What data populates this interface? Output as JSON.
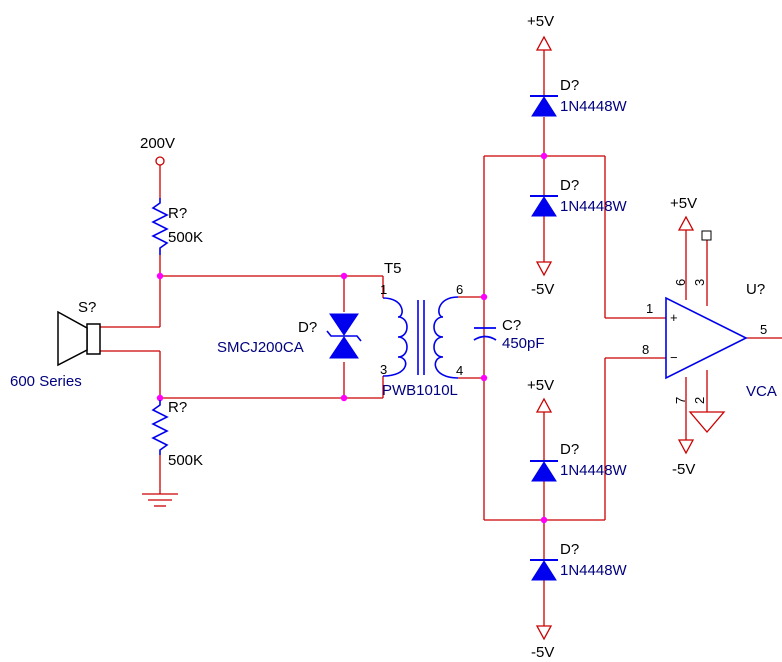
{
  "colors": {
    "wire": "#cc0000",
    "part": "#0000ee",
    "junction": "#ff00ff",
    "text": "#000000",
    "part_text": "#00007f",
    "outline": "#000000"
  },
  "power": {
    "v200": "200V",
    "pos": "+5V",
    "neg": "-5V"
  },
  "speaker": {
    "ref": "S?",
    "value": "600 Series"
  },
  "resistor_top": {
    "ref": "R?",
    "value": "500K"
  },
  "resistor_bottom": {
    "ref": "R?",
    "value": "500K"
  },
  "tvs": {
    "ref": "D?",
    "value": "SMCJ200CA"
  },
  "transformer": {
    "ref": "T5",
    "value": "PWB1010L",
    "pins": {
      "p1": "1",
      "p3": "3",
      "p6": "6",
      "p4": "4"
    }
  },
  "capacitor": {
    "ref": "C?",
    "value": "450pF"
  },
  "diodes": {
    "d1": {
      "ref": "D?",
      "value": "1N4448W"
    },
    "d2": {
      "ref": "D?",
      "value": "1N4448W"
    },
    "d3": {
      "ref": "D?",
      "value": "1N4448W"
    },
    "d4": {
      "ref": "D?",
      "value": "1N4448W"
    }
  },
  "opamp": {
    "ref": "U?",
    "value": "VCA",
    "pins": {
      "p1": "1",
      "p8": "8",
      "p5": "5",
      "p6": "6",
      "p3": "3",
      "p7": "7",
      "p2": "2"
    },
    "plus": "+",
    "minus": "−"
  }
}
